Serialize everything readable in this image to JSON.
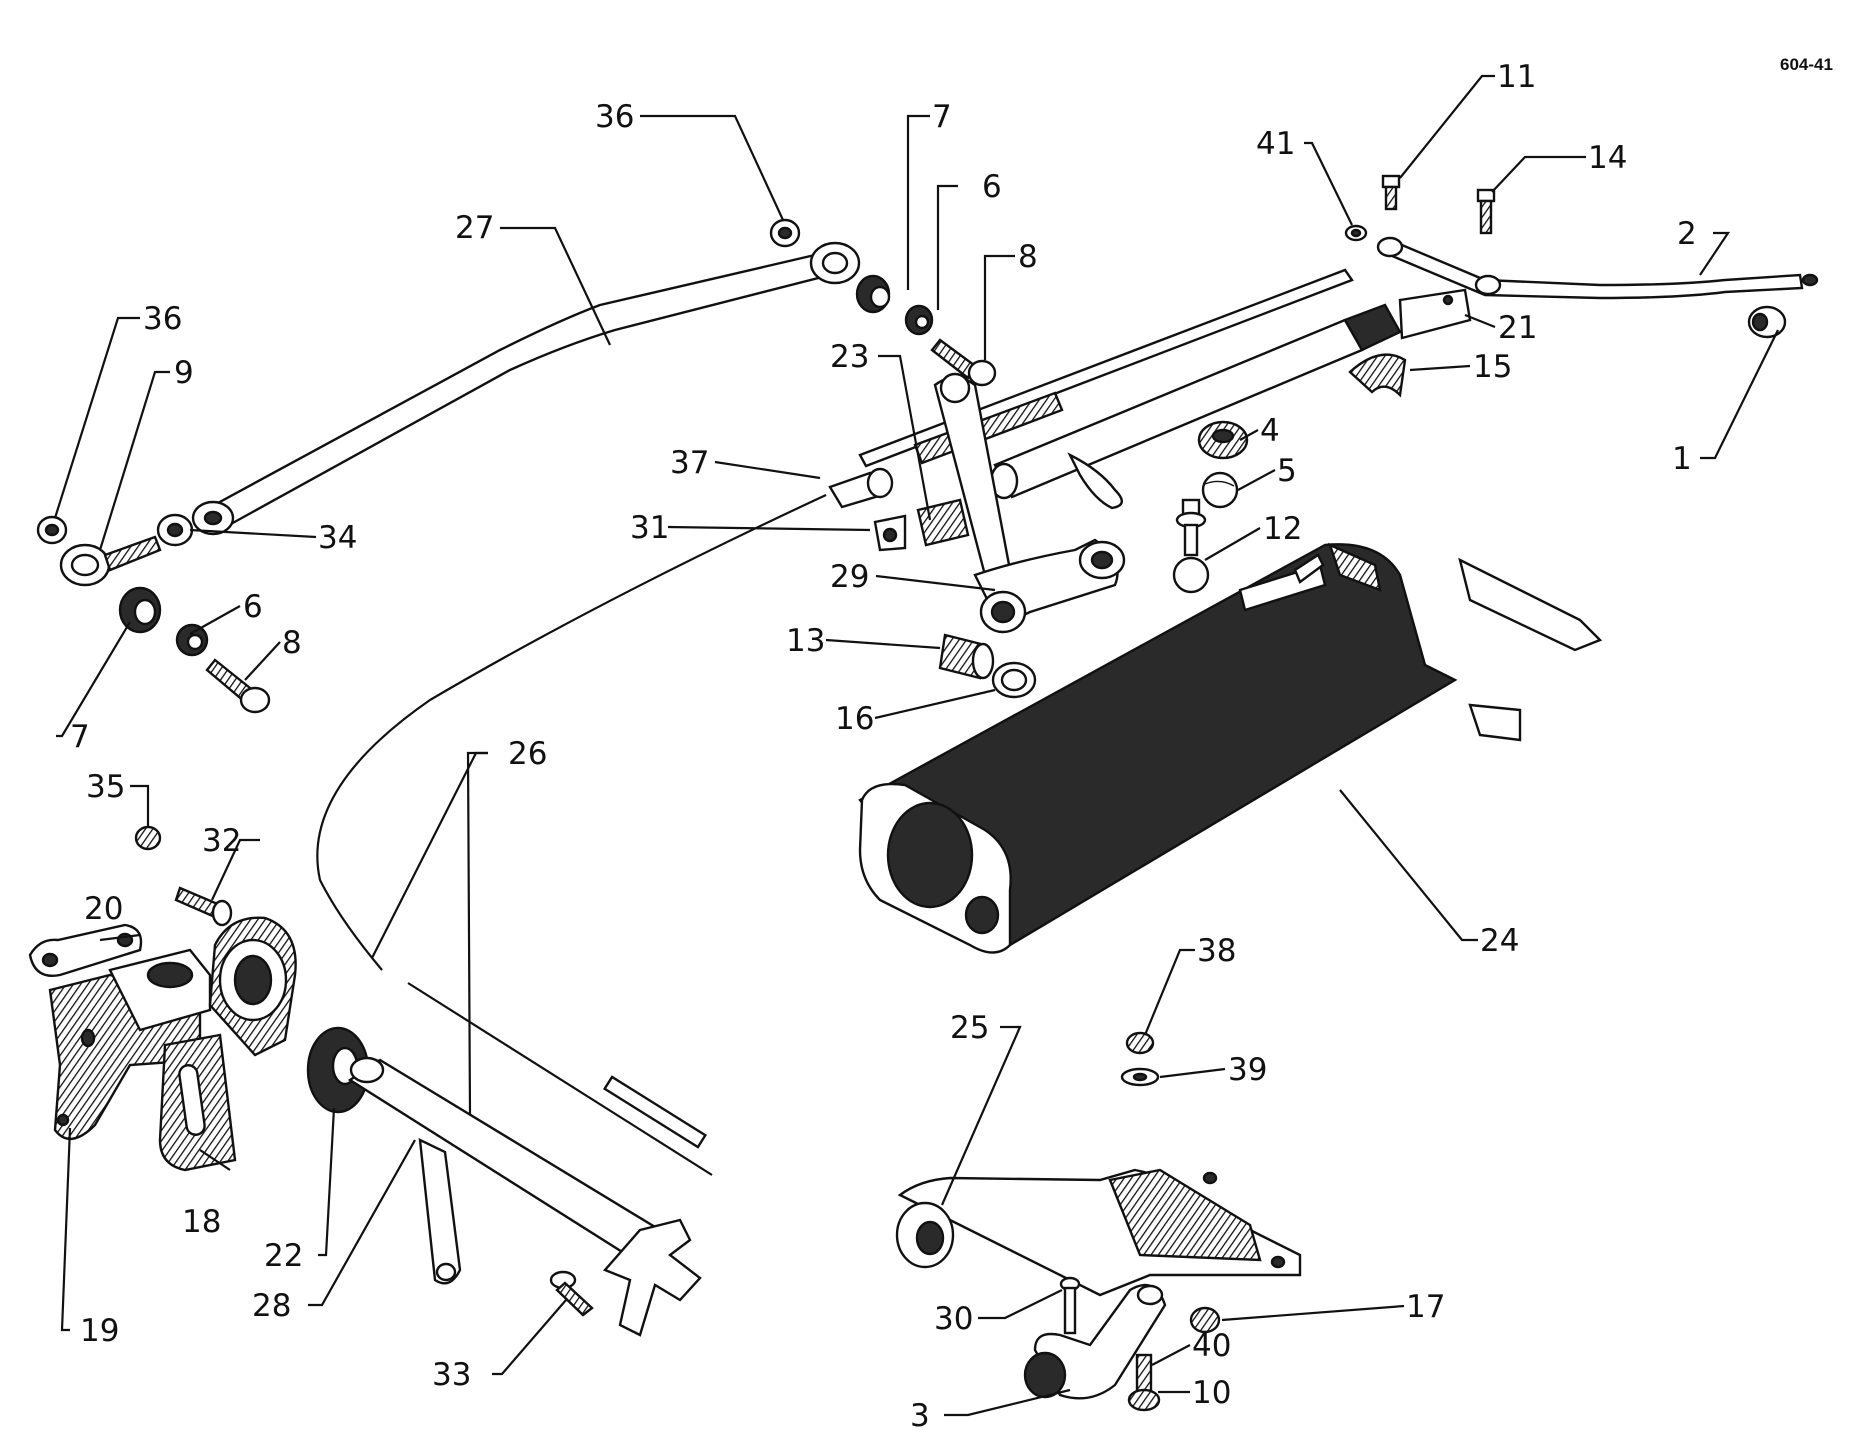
{
  "figure_code": "604-41",
  "callouts": {
    "c1": "1",
    "c2": "2",
    "c3": "3",
    "c4": "4",
    "c5": "5",
    "c6a": "6",
    "c6b": "6",
    "c7a": "7",
    "c7b": "7",
    "c8a": "8",
    "c8b": "8",
    "c9": "9",
    "c10": "10",
    "c11": "11",
    "c12": "12",
    "c13": "13",
    "c14": "14",
    "c15": "15",
    "c16": "16",
    "c17": "17",
    "c18": "18",
    "c19": "19",
    "c20": "20",
    "c21": "21",
    "c22": "22",
    "c23": "23",
    "c24": "24",
    "c25": "25",
    "c26": "26",
    "c27": "27",
    "c28": "28",
    "c29": "29",
    "c30": "30",
    "c31": "31",
    "c32": "32",
    "c33": "33",
    "c34": "34",
    "c35": "35",
    "c36a": "36",
    "c36b": "36",
    "c37": "37",
    "c38": "38",
    "c39": "39",
    "c40": "40",
    "c41": "41"
  }
}
